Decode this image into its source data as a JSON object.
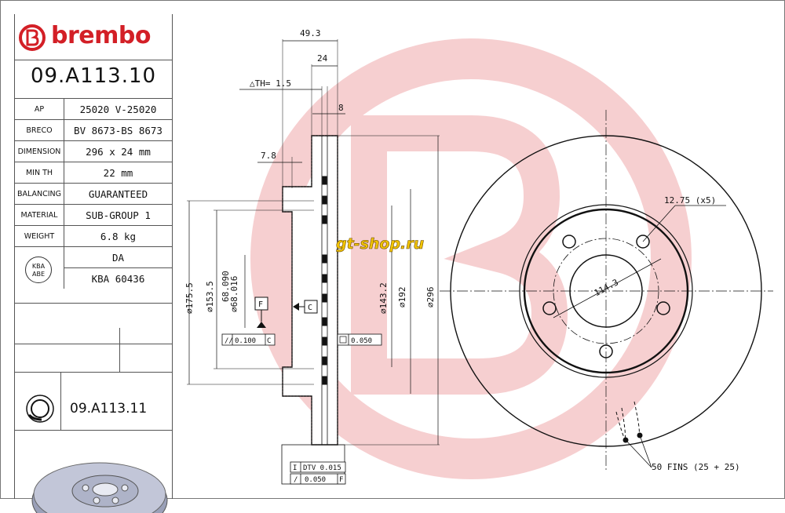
{
  "brand": {
    "name": "brembo",
    "color": "#d31f26"
  },
  "part_number": "09.A113.10",
  "specs": [
    {
      "key": "AP",
      "value": "25020 V-25020"
    },
    {
      "key": "BRECO",
      "value": "BV 8673-BS 8673"
    },
    {
      "key": "DIMENSION",
      "value": "296 x 24 mm"
    },
    {
      "key": "MIN TH",
      "value": "22 mm"
    },
    {
      "key": "BALANCING",
      "value": "GUARANTEED"
    },
    {
      "key": "MATERIAL",
      "value": "SUB-GROUP 1"
    },
    {
      "key": "WEIGHT",
      "value": "6.8 kg"
    },
    {
      "key": "",
      "value": "DA"
    },
    {
      "key": "",
      "value": "KBA 60436"
    }
  ],
  "kba_badge": {
    "line1": "KBA",
    "line2": "ABE"
  },
  "superseded_part_number": "09.A113.11",
  "dimensions": {
    "overall_width": "49.3",
    "disc_thickness": "24",
    "th_tolerance": "△TH= 1.5",
    "slot_8": "8",
    "offset_7_8": "7.8",
    "d175": "⌀175.5",
    "d153": "⌀153.5",
    "d68a": "68.090",
    "d68b": "⌀68.016",
    "d143": "⌀143.2",
    "d192": "⌀192",
    "d296": "⌀296",
    "bolt_holes": "12.75 (x5)",
    "pcd": "114.3",
    "fins": "50 FINS (25 + 25)",
    "datum_f": "F",
    "datum_c": "C",
    "parallel_tol": "0.100",
    "parallel_ref": "C",
    "flat_tol": "0.050",
    "dtv_label": "DTV 0.015",
    "runout_tol": "0.050",
    "runout_ref": "F"
  },
  "watermark": "gt-shop.ru",
  "colors": {
    "watermark_red": "#f3c7c9",
    "accent": "#d31f26"
  }
}
